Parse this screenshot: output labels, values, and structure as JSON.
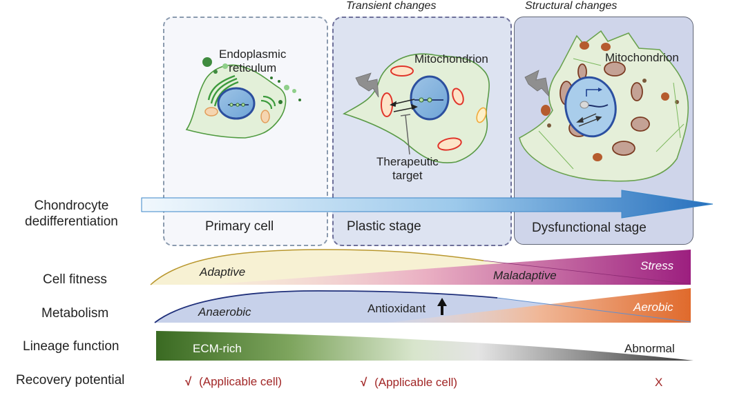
{
  "row_labels": {
    "dedifferentiation": [
      "Chondrocyte",
      "dedifferentiation"
    ],
    "cell_fitness": "Cell fitness",
    "metabolism": "Metabolism",
    "lineage_function": "Lineage function",
    "recovery_potential": "Recovery potential"
  },
  "stages": [
    {
      "name": "Primary cell",
      "header": "",
      "cell_labels": [
        "Endoplasmic",
        "reticulum"
      ]
    },
    {
      "name": "Plastic stage",
      "header": "Transient changes",
      "cell_labels": [
        "Mitochondrion"
      ],
      "target_label": [
        "Therapeutic",
        "target"
      ]
    },
    {
      "name": "Dysfunctional stage",
      "header": "Structural changes",
      "cell_labels": [
        "Mitochondrion"
      ]
    }
  ],
  "bands": {
    "cell_fitness": {
      "left": "Adaptive",
      "middle": "Maladaptive",
      "right": "Stress",
      "colors": {
        "adaptive": "#f7f0cf",
        "stress": "#a0237f"
      }
    },
    "metabolism": {
      "left": "Anaerobic",
      "middle": "Antioxidant",
      "middle_icon": "up-arrow-icon",
      "right": "Aerobic",
      "colors": {
        "anaerobic": "#c4cfe8",
        "aerobic": "#e27434"
      }
    },
    "lineage_function": {
      "left": "ECM-rich",
      "right": "Abnormal",
      "colors": {
        "start": "#3d6b25",
        "end": "#555555"
      }
    }
  },
  "recovery": [
    {
      "mark": "√",
      "text": "(Applicable cell)"
    },
    {
      "mark": "√",
      "text": "(Applicable cell)"
    },
    {
      "mark": "X",
      "text": ""
    }
  ],
  "colors": {
    "arrow_start": "#eaf4fb",
    "arrow_end": "#2c7cc4",
    "recovery_red": "#a12626"
  }
}
